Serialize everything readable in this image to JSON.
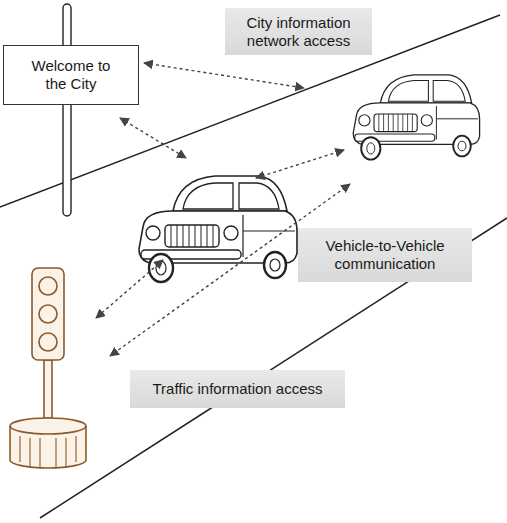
{
  "diagram": {
    "nodes": [
      {
        "text": [
          "City information network access"
        ]
      },
      {
        "text": [
          "Welcome to the City"
        ]
      },
      {
        "text": [
          "Vehicle-to-Vehicle communication"
        ]
      },
      {
        "text": [
          "Traffic information access"
        ]
      }
    ]
  }
}
